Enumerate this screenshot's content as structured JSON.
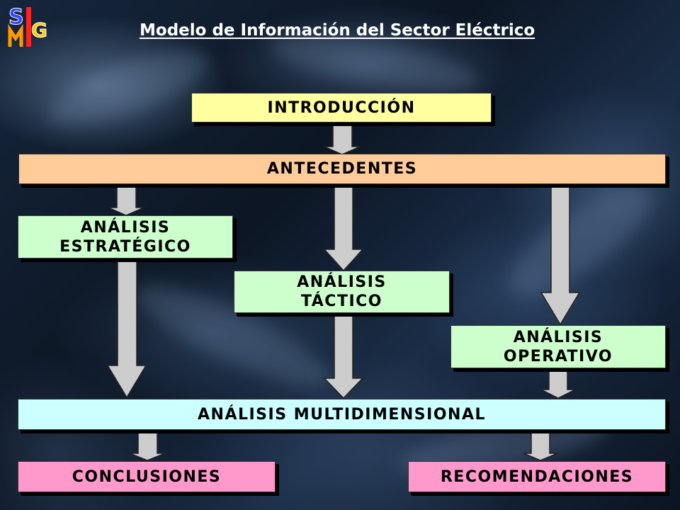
{
  "header": {
    "title": "Modelo de Información del Sector Eléctrico",
    "logo_text": "SIG"
  },
  "diagram": {
    "introduccion": "INTRODUCCIÓN",
    "antecedentes": "ANTECEDENTES",
    "estrategico": {
      "line1": "ANÁLISIS",
      "line2": "ESTRATÉGICO"
    },
    "tactico": {
      "line1": "ANÁLISIS",
      "line2": "TÁCTICO"
    },
    "operativo": {
      "line1": "ANÁLISIS",
      "line2": "OPERATIVO"
    },
    "multidimensional": "ANÁLISIS MULTIDIMENSIONAL",
    "conclusiones": "CONCLUSIONES",
    "recomendaciones": "RECOMENDACIONES"
  },
  "colors": {
    "introduccion": "#ffff9f",
    "antecedentes": "#ffcc99",
    "analisis": "#ccffcc",
    "multidimensional": "#ccffff",
    "resultados": "#ff99cc"
  }
}
